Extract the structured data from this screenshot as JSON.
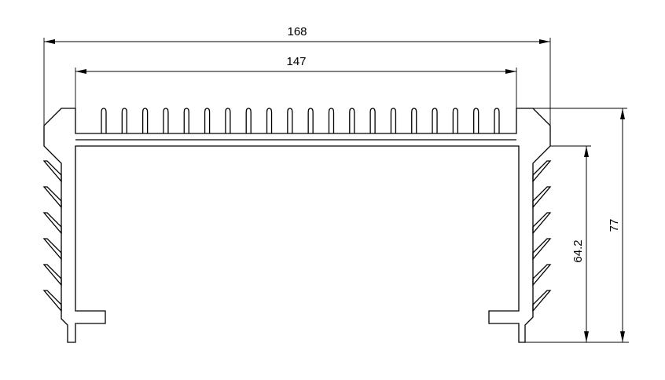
{
  "drawing": {
    "dimensions": {
      "overall_width": "168",
      "inner_width": "147",
      "inner_height": "64.2",
      "overall_height": "77"
    },
    "line_color": "#000000",
    "background_color": "#ffffff"
  }
}
